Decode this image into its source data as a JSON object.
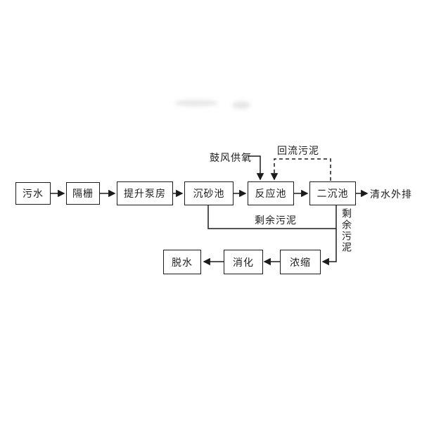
{
  "flowchart": {
    "nodes": {
      "sewage": "污水",
      "screen": "隔栅",
      "pump": "提升泵房",
      "grit": "沉砂池",
      "reactor": "反应池",
      "secondary": "二沉池",
      "thicken": "浓缩",
      "digest": "消化",
      "dewater": "脱水"
    },
    "labels": {
      "effluent": "清水外排",
      "aeration": "鼓风供氧",
      "return_sludge": "回流污泥",
      "excess_sludge": "剩余污泥",
      "excess_sludge_vertical": "剩余污泥"
    },
    "colors": {
      "line": "#1c1c1c",
      "background": "#ffffff"
    }
  }
}
